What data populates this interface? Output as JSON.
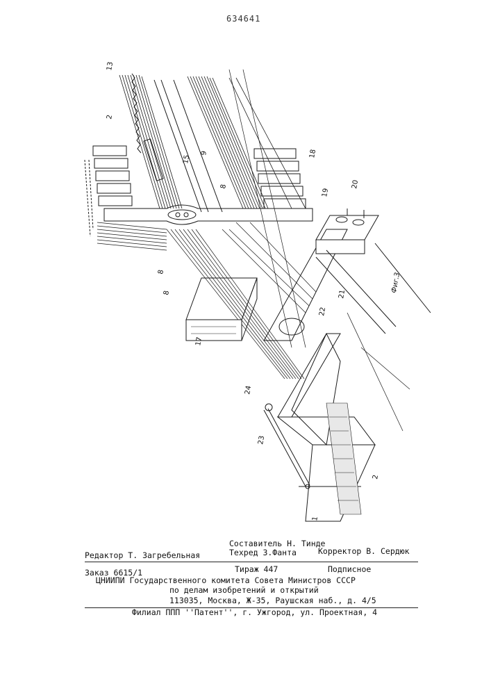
{
  "header": {
    "patent_number": "634641"
  },
  "figure": {
    "caption": "Фиг.3",
    "labels": {
      "l13": "13",
      "l2a": "2",
      "l15": "15",
      "l9": "9",
      "l8a": "8",
      "l18": "18",
      "l19": "19",
      "l20": "20",
      "l8b": "8",
      "l8c": "8",
      "l17": "17",
      "l21": "21",
      "l22": "22",
      "l24": "24",
      "l23": "23",
      "l1": "1",
      "l2b": "2"
    }
  },
  "imprint": {
    "compiler": "Составитель Н. Тинде",
    "editor": "Редактор  Т. Загребельная",
    "tech_editor": "Техред З.Фанта",
    "corrector": "Корректор В. Сердюк",
    "order": "Заказ 6615/1",
    "circulation": "Тираж 447",
    "subscription": "Подписное",
    "org_line1": "ЦНИИПИ  Государственного комитета Совета Министров СССР",
    "org_line2": "по  делам изобретений и открытий",
    "address": "113035, Москва, Ж-35, Раушская наб., д. 4/5",
    "branch": "Филиал ППП ''Патент'', г. Ужгород, ул. Проектная, 4"
  }
}
